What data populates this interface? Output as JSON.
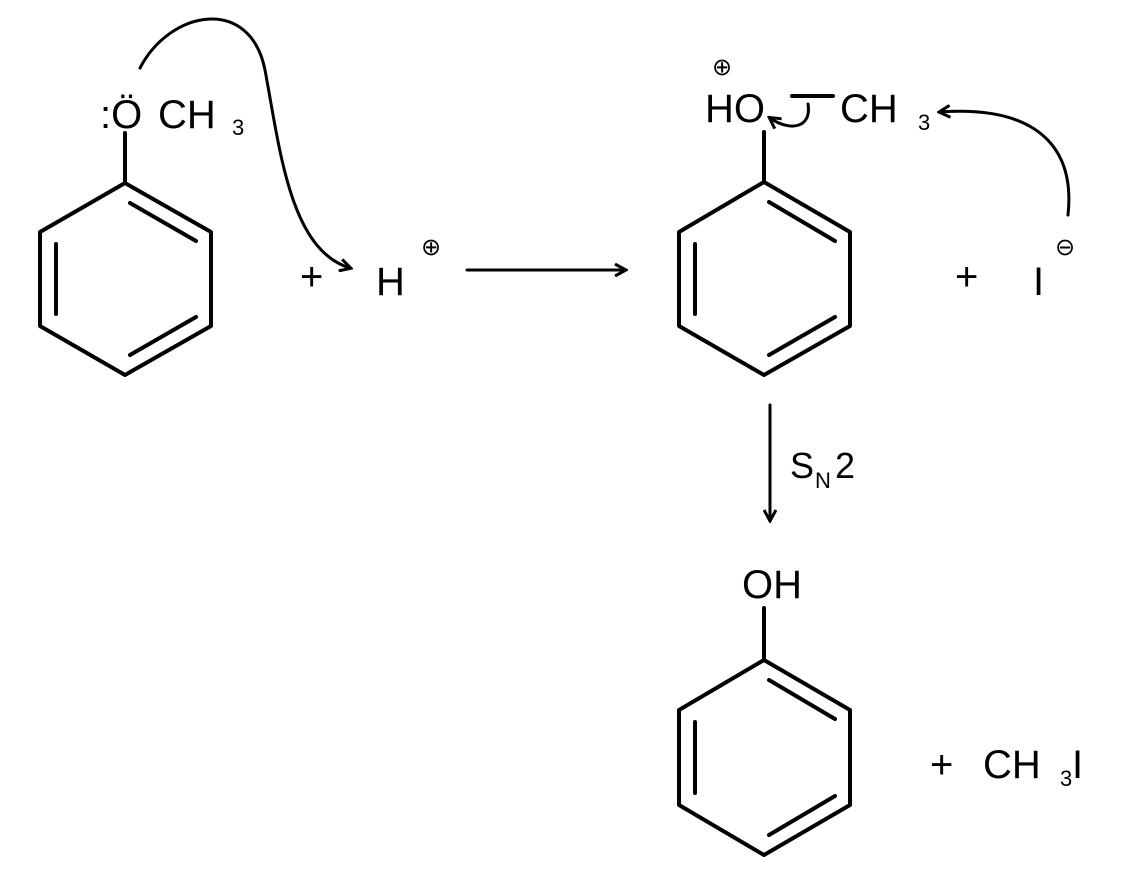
{
  "reactant": {
    "methoxy_prefix": ":Ö",
    "methoxy_ch": "CH",
    "methoxy_sub": "3"
  },
  "plus_1": "+",
  "proton": {
    "symbol": "H",
    "charge": "⊕"
  },
  "intermediate": {
    "charge": "⊕",
    "ho": "HO",
    "ch": "CH",
    "sub": "3"
  },
  "plus_2": "+",
  "iodide": {
    "symbol": "I",
    "charge": "⊖"
  },
  "step_label": {
    "s": "S",
    "n": "N",
    "num": "2"
  },
  "product": {
    "oh": "OH"
  },
  "plus_3": "+",
  "byproduct": {
    "ch": "CH",
    "sub": "3",
    "i": "I"
  },
  "colors": {
    "ink": "#000000",
    "background": "#ffffff"
  }
}
